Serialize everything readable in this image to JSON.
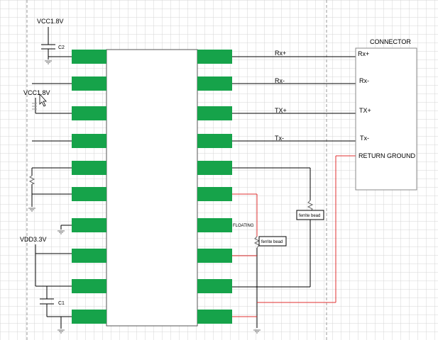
{
  "supplies": {
    "vcc_top": "VCC1.8V",
    "vcc_mid": "VCC1.8V",
    "vdd": "VDD3.3V"
  },
  "caps": {
    "c2": "C2",
    "c1": "C1"
  },
  "connector": {
    "title": "CONNECTOR",
    "pins": [
      "Rx+",
      "Rx-",
      "TX+",
      "Tx-",
      "RETURN GROUND"
    ]
  },
  "nets": {
    "rx_plus": "Rx+",
    "rx_minus": "Rx-",
    "tx_plus": "TX+",
    "tx_minus": "Tx-",
    "floating": "FLOATING"
  },
  "ferrite": {
    "bead_upper": "ferrite bead",
    "bead_lower": "ferrite bead"
  },
  "colors": {
    "pad": "#16a34a",
    "pad_text": "#a67c2a",
    "wire": "#000000",
    "ground_wire": "#e03030",
    "grid": "#d4d4d4"
  }
}
